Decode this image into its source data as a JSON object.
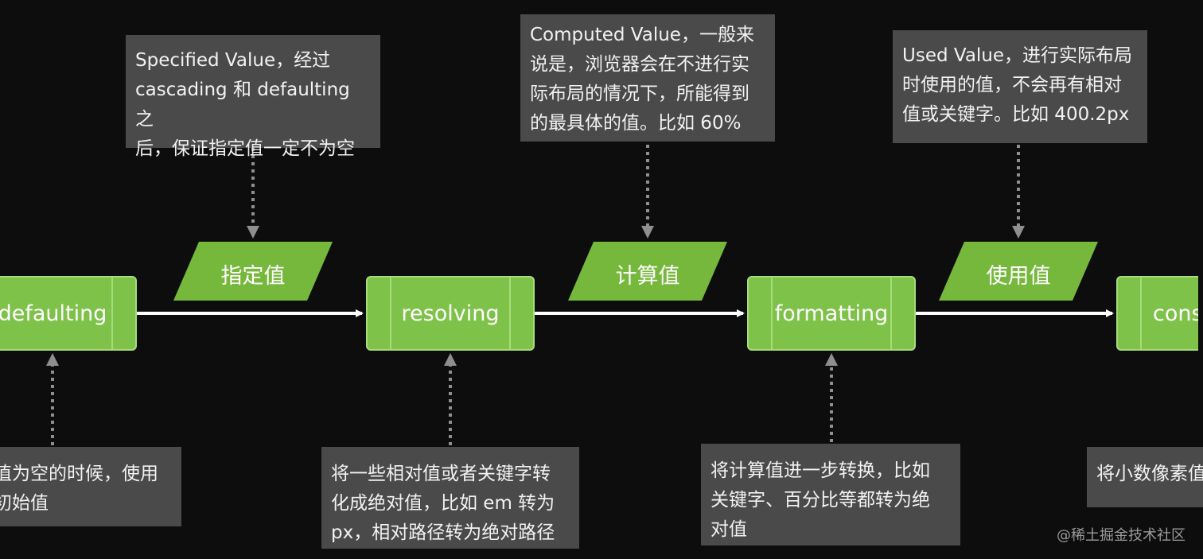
{
  "processes": [
    {
      "label": "defaulting"
    },
    {
      "label": "resolving"
    },
    {
      "label": "formatting"
    },
    {
      "label": "cons"
    }
  ],
  "values": [
    {
      "label": "指定值"
    },
    {
      "label": "计算值"
    },
    {
      "label": "使用值"
    }
  ],
  "notes_top": [
    {
      "text": "Specified Value，经过\ncascading 和 defaulting 之\n后，保证指定值一定不为空"
    },
    {
      "text": "Computed Value，一般来\n说是，浏览器会在不进行实\n际布局的情况下，所能得到\n的最具体的值。比如 60%"
    },
    {
      "text": "Used Value，进行实际布局\n时使用的值，不会再有相对\n值或关键字。比如 400.2px"
    }
  ],
  "notes_bottom": [
    {
      "text": "值为空的时候，使用\n初始值"
    },
    {
      "text": "将一些相对值或者关键字转\n化成绝对值，比如 em 转为\npx，相对路径转为绝对路径"
    },
    {
      "text": "将计算值进一步转换，比如\n关键字、百分比等都转为绝\n对值"
    },
    {
      "text": "将小数像素值"
    }
  ],
  "colors": {
    "background": "#0d0d0d",
    "process_fill": "#7fc24a",
    "value_fill": "#76b83c",
    "note_fill": "#4a4a4a",
    "connector": "#8f8f8f",
    "arrow": "#ffffff"
  },
  "watermark": "@稀土掘金技术社区"
}
